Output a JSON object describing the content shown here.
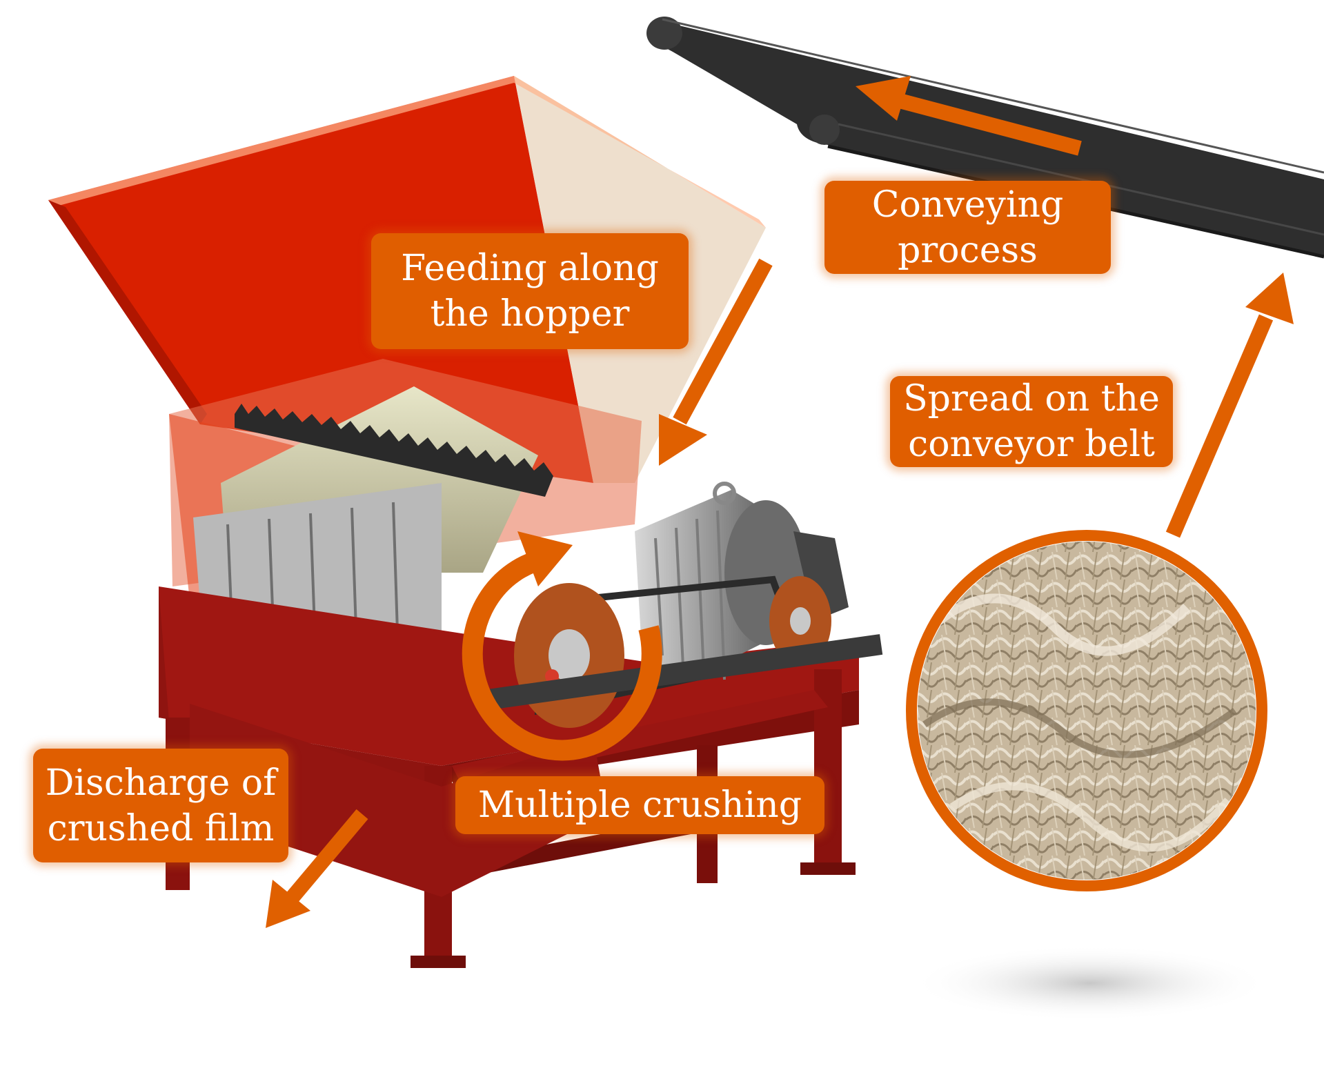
{
  "colors": {
    "accent": "#E06000",
    "label_bg": "#E05E00",
    "hopper_red": "#D92000",
    "frame_red": "#A01712",
    "belt_dark": "#2E2E2E",
    "film": "#C9B9A0"
  },
  "labels": {
    "feeding": [
      "Feeding along",
      "the hopper"
    ],
    "conveying": [
      "Conveying",
      "process"
    ],
    "spread": [
      "Spread on the",
      "conveyor belt"
    ],
    "discharge": [
      "Discharge of",
      "crushed film"
    ],
    "crushing": [
      "Multiple crushing"
    ]
  },
  "icons": [
    "rotation-arrow-icon",
    "flow-arrow-icon"
  ]
}
